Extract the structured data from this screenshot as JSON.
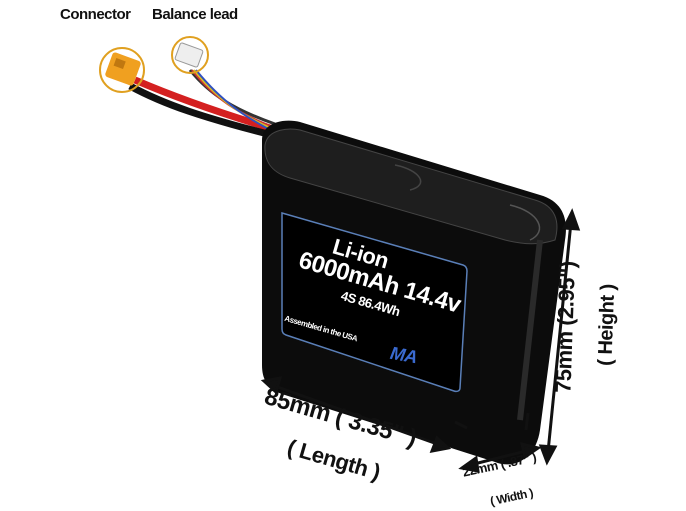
{
  "callouts": {
    "connector": "Connector",
    "balance_lead": "Balance lead"
  },
  "label": {
    "chemistry": "Li-ion",
    "capacity_voltage": "6000mAh 14.4v",
    "config_energy": "4S 86.4Wh",
    "assembled": "Assembled in the USA",
    "logo": "MA"
  },
  "dimensions": {
    "length": "85mm ( 3.35\" )",
    "length_label": "( Length )",
    "height": "75mm (2.95\")",
    "height_label": "( Height )",
    "width": "22mm ( .87\" )",
    "width_label": "( Width )"
  },
  "colors": {
    "label_border": "#5a7fb8",
    "connector": "#f0a020",
    "wire_red": "#d42020"
  }
}
